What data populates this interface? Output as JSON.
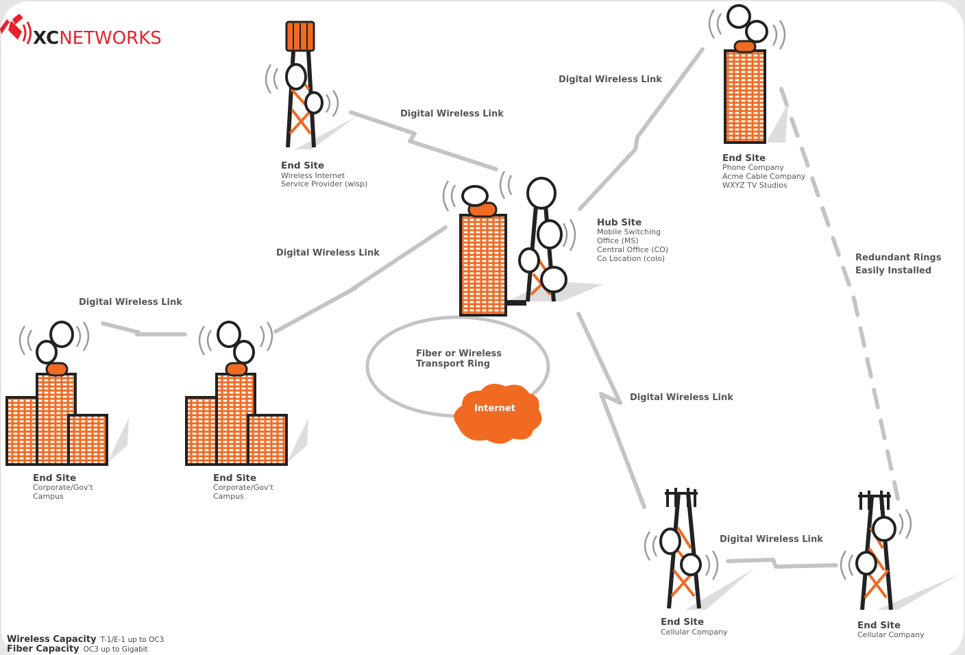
{
  "logo": {
    "brand_bold": "XC",
    "brand_rest": "NETWORKS",
    "color": "#e8202a"
  },
  "colors": {
    "orange": "#f06a22",
    "dark": "#222222",
    "link_gray": "#c4c4c4",
    "bg": "#ffffff"
  },
  "links": {
    "wisp": "Digital Wireless Link",
    "phone": "Digital Wireless Link",
    "campus_hub": "Digital Wireless Link",
    "campus_campus": "Digital Wireless Link",
    "cellular_hub": "Digital Wireless Link",
    "cellular_cellular": "Digital Wireless Link"
  },
  "redundant": {
    "line1": "Redundant Rings",
    "line2": "Easily Installed"
  },
  "transport": {
    "line1": "Fiber or Wireless",
    "line2": "Transport Ring"
  },
  "internet": "Internet",
  "sites": {
    "wisp": {
      "title": "End Site",
      "lines": [
        "Wireless Internet",
        "Service Provider (wisp)"
      ]
    },
    "hub": {
      "title": "Hub Site",
      "lines": [
        "Mobile Switching",
        "Office (MS)",
        "Central Office (CO)",
        "Co Location (colo)"
      ]
    },
    "phone": {
      "title": "End Site",
      "lines": [
        "Phone Company",
        "Acme Cable Company",
        "WXYZ TV Studios"
      ]
    },
    "campus_left": {
      "title": "End Site",
      "lines": [
        "Corporate/Gov't",
        "Campus"
      ]
    },
    "campus_mid": {
      "title": "End Site",
      "lines": [
        "Corporate/Gov't",
        "Campus"
      ]
    },
    "cell_left": {
      "title": "End Site",
      "lines": [
        "Cellular Company"
      ]
    },
    "cell_right": {
      "title": "End Site",
      "lines": [
        "Cellular Company"
      ]
    }
  },
  "capacity": {
    "wireless_label": "Wireless Capacity",
    "wireless_value": "T-1/E-1 up to OC3",
    "fiber_label": "Fiber Capacity",
    "fiber_value": "OC3 up to Gigabit"
  }
}
